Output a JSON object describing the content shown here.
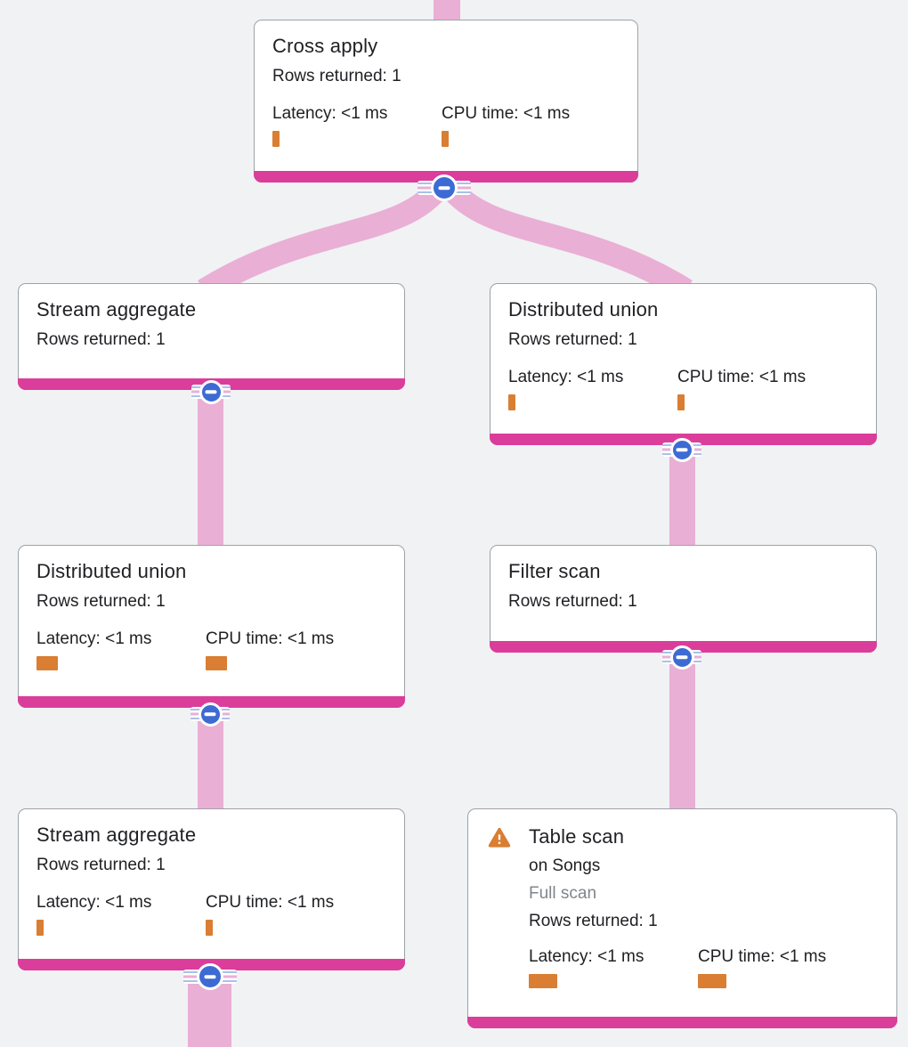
{
  "theme": {
    "background": "#f1f2f4",
    "edge_color": "#eaafd5",
    "accent_color": "#db3d9b",
    "accent_bar_style": "background:#db3d9b",
    "button_color": "#3d6bd3",
    "button_style": "background:#3d6bd3",
    "metric_bar_color": "#d97e32",
    "warning_color": "#d97e32"
  },
  "nodes": [
    {
      "title": "Cross apply",
      "rows": "Rows returned: 1",
      "latency": "Latency: <1 ms",
      "cpu": "CPU time: <1 ms",
      "latency_bar_style": "width:8px;height:18px;background:#d97e32",
      "cpu_bar_style": "width:8px;height:18px;background:#d97e32"
    },
    {
      "title": "Stream aggregate",
      "rows": "Rows returned: 1"
    },
    {
      "title": "Distributed union",
      "rows": "Rows returned: 1",
      "latency": "Latency: <1 ms",
      "cpu": "CPU time: <1 ms",
      "latency_bar_style": "width:8px;height:18px;background:#d97e32",
      "cpu_bar_style": "width:8px;height:18px;background:#d97e32"
    },
    {
      "title": "Distributed union",
      "rows": "Rows returned: 1",
      "latency": "Latency: <1 ms",
      "cpu": "CPU time: <1 ms",
      "latency_bar_style": "width:24px;height:16px;background:#d97e32",
      "cpu_bar_style": "width:24px;height:16px;background:#d97e32"
    },
    {
      "title": "Filter scan",
      "rows": "Rows returned: 1"
    },
    {
      "title": "Stream aggregate",
      "rows": "Rows returned: 1",
      "latency": "Latency: <1 ms",
      "cpu": "CPU time: <1 ms",
      "latency_bar_style": "width:8px;height:18px;background:#d97e32",
      "cpu_bar_style": "width:8px;height:18px;background:#d97e32"
    },
    {
      "title": "Table scan",
      "on": "on Songs",
      "scan_type": "Full scan",
      "rows": "Rows returned: 1",
      "latency": "Latency: <1 ms",
      "cpu": "CPU time: <1 ms",
      "latency_bar_style": "width:32px;height:16px;background:#d97e32",
      "cpu_bar_style": "width:32px;height:16px;background:#d97e32"
    }
  ]
}
